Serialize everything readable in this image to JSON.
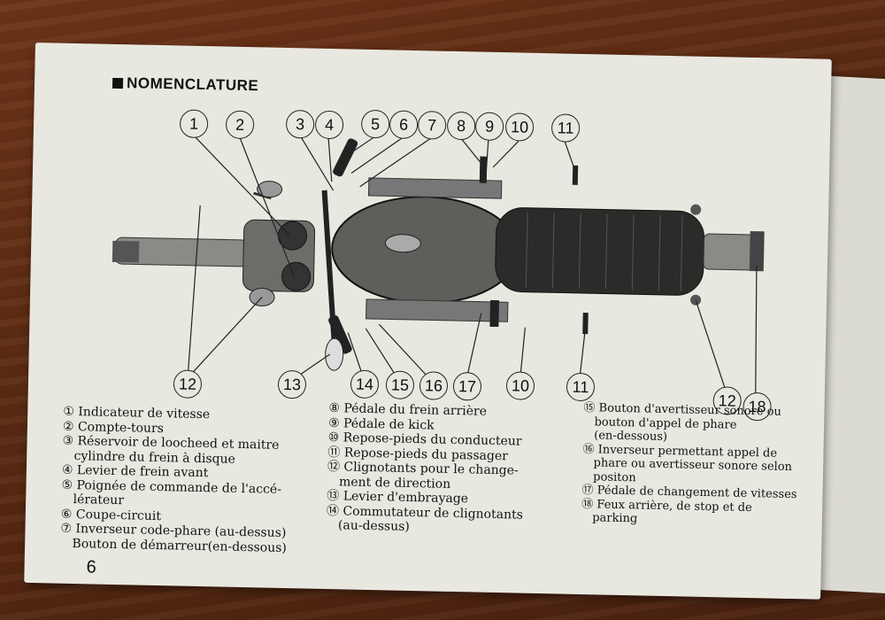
{
  "page": {
    "heading": "NOMENCLATURE",
    "page_number": "6"
  },
  "callouts_top": [
    "1",
    "2",
    "3",
    "4",
    "5",
    "6",
    "7",
    "8",
    "9",
    "10",
    "11"
  ],
  "callouts_bottom": [
    "12",
    "13",
    "14",
    "15",
    "16",
    "17",
    "10",
    "11",
    "12",
    "18"
  ],
  "legend": {
    "col1": [
      "① Indicateur de vitesse",
      "② Compte-tours",
      "③ Réservoir de loocheed et maitre",
      "   cylindre du frein à disque",
      "④ Levier de frein avant",
      "⑤ Poignée de commande de l'accé-",
      "   lérateur",
      "⑥ Coupe-circuit",
      "⑦ Inverseur code-phare (au-dessus)",
      "   Bouton de démarreur(en-dessous)"
    ],
    "col2": [
      "⑧ Pédale du frein arrière",
      "⑨ Pédale de kick",
      "⑩ Repose-pieds du conducteur",
      "⑪ Repose-pieds du passager",
      "⑫ Clignotants pour le change-",
      "   ment de direction",
      "⑬ Levier d'embrayage",
      "⑭ Commutateur de clignotants",
      "   (au-dessus)"
    ],
    "col3": [
      "⑮ Bouton d'avertisseur sonore ou",
      "   bouton d'appel de phare",
      "   (en-dessous)",
      "⑯ Inverseur permettant appel de",
      "   phare ou avertisseur sonore selon",
      "   positon",
      "⑰ Pédale de changement de vitesses",
      "⑱ Feux arrière, de stop et de",
      "   parking"
    ]
  },
  "colors": {
    "paper": "#e9e8e0",
    "ink": "#111111",
    "wood": "#5a2a12"
  }
}
